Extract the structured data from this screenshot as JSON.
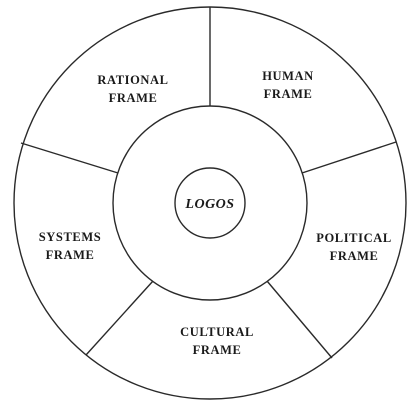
{
  "diagram": {
    "center": {
      "label": "LOGOS"
    },
    "frames": [
      {
        "id": "rational",
        "line1": "RATIONAL",
        "line2": "FRAME"
      },
      {
        "id": "human",
        "line1": "HUMAN",
        "line2": "FRAME"
      },
      {
        "id": "political",
        "line1": "POLITICAL",
        "line2": "FRAME"
      },
      {
        "id": "cultural",
        "line1": "CULTURAL",
        "line2": "FRAME"
      },
      {
        "id": "systems",
        "line1": "SYSTEMS",
        "line2": "FRAME"
      }
    ],
    "colors": {
      "line": "#2a2a2a",
      "text": "#1a1a1a",
      "background": "#ffffff"
    }
  }
}
